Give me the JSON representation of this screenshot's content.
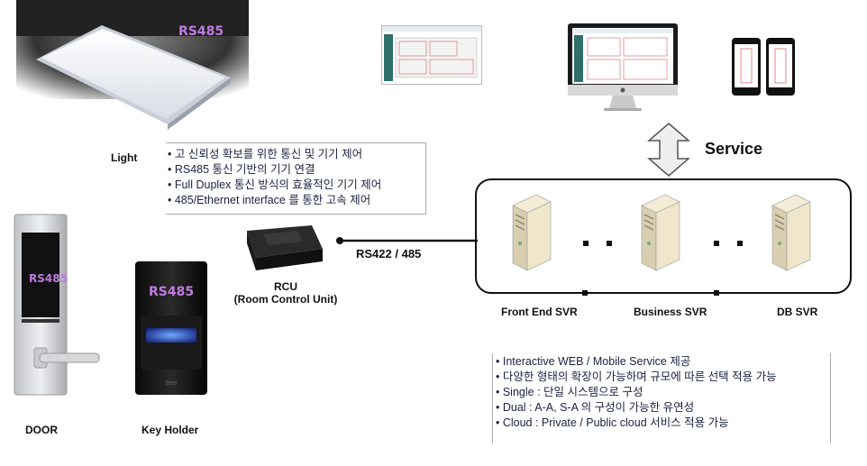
{
  "devices": {
    "light_label": "Light",
    "door_label": "DOOR",
    "keyholder_label": "Key Holder",
    "light_tag": "RS485",
    "door_tag": "RS485",
    "keyholder_tag": "RS485",
    "keyholder_brand": "Bee"
  },
  "rcu": {
    "label_line1": "RCU",
    "label_line2": "(Room Control Unit)"
  },
  "link": {
    "label": "RS422 / 485"
  },
  "service": {
    "label": "Service"
  },
  "servers": [
    {
      "label": "Front End SVR"
    },
    {
      "label": "Business SVR"
    },
    {
      "label": "DB SVR"
    }
  ],
  "rcu_features": [
    "• 고 신뢰성 확보를 위한 통신 및 기기 제어",
    "• RS485 통신 기반의 기기 연결",
    "• Full Duplex 통신 방식의 효율적인 기기 제어",
    "• 485/Ethernet interface 를 통한 고속 제어"
  ],
  "server_features": [
    "• Interactive WEB / Mobile Service 제공",
    "• 다양한 형태의 확장이 가능하며 규모에 따른 선택 적용 가능",
    "• Single : 단일 시스템으로 구성",
    "• Dual : A-A, S-A 의 구성이 가능한 유연성",
    "• Cloud : Private / Public cloud 서비스 적용 가능"
  ],
  "colors": {
    "accent_purple": "#c07be0",
    "text_dark": "#1a2340",
    "line": "#111111"
  }
}
